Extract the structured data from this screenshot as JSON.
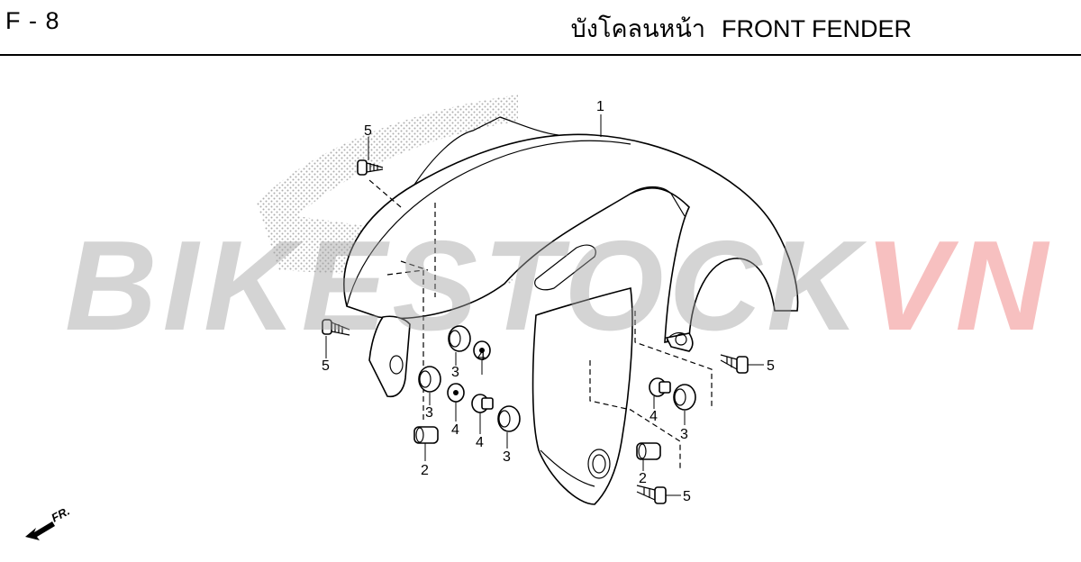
{
  "header": {
    "page_code": "F - 8",
    "title_th": "บังโคลนหน้า",
    "title_en": "FRONT FENDER"
  },
  "watermark": {
    "part1": "BIKESTOCK",
    "part2": "VN"
  },
  "callouts": {
    "fender": "1",
    "collar_left": "2",
    "collar_right": "2",
    "grommet_a": "3",
    "grommet_b": "3",
    "grommet_c": "3",
    "grommet_d": "3",
    "washer_a": "4",
    "washer_b": "4",
    "washer_c": "4",
    "washer_d": "4",
    "bolt_top": "5",
    "bolt_left": "5",
    "bolt_right": "5",
    "bolt_bottom": "5"
  },
  "direction_marker": "FR.",
  "colors": {
    "watermark_grey": "#a0a0a0",
    "watermark_red": "#eb5a5a",
    "line": "#000000"
  }
}
